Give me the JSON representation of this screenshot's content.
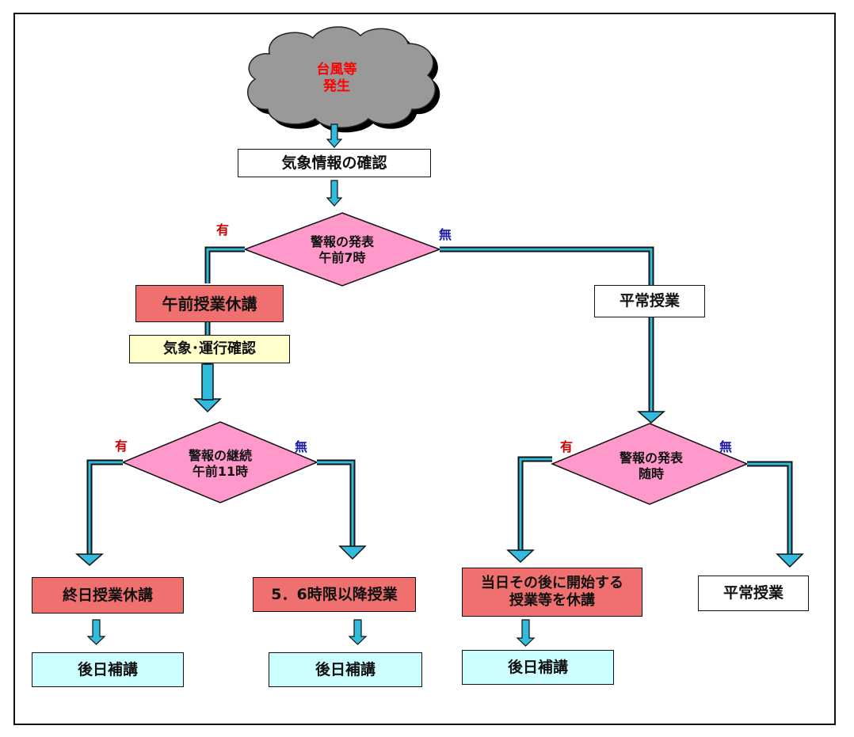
{
  "cloud": {
    "text": "台風等\n発生",
    "color": "#ff0000"
  },
  "weather_check": "気象情報の確認",
  "decision1": {
    "text": "警報の発表\n午前7時",
    "yes": "有",
    "no": "無"
  },
  "am_cancel": "午前授業休講",
  "check_ops": "気象･運行確認",
  "normal_class_1": "平常授業",
  "decision2": {
    "text": "警報の継続\n午前11時",
    "yes": "有",
    "no": "無"
  },
  "decision3": {
    "text": "警報の発表\n随時",
    "yes": "有",
    "no": "無"
  },
  "allday_cancel": "終日授業休講",
  "after_period": "5．6時限以降授業",
  "cancel_rest": "当日その後に開始する\n授業等を休講",
  "normal_class_2": "平常授業",
  "makeup_1": "後日補講",
  "makeup_2": "後日補講",
  "makeup_3": "後日補講",
  "colors": {
    "red_box": "#f07070",
    "diamond": "#ff99cc",
    "makeup_box": "#ccffff",
    "check_box": "#ffffcc",
    "arrow": "#33bbdd",
    "cloud": "#999999"
  }
}
